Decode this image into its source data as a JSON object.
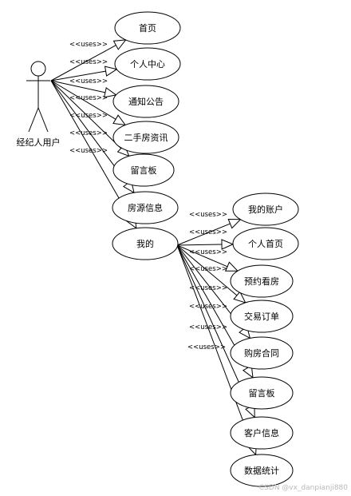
{
  "actor": {
    "label": "经纪人用户"
  },
  "relation_label": "<<uses>>",
  "primary_use_cases": [
    {
      "id": "home",
      "label": "首页"
    },
    {
      "id": "personal-center",
      "label": "个人中心"
    },
    {
      "id": "notice",
      "label": "通知公告"
    },
    {
      "id": "second-hand-news",
      "label": "二手房资讯"
    },
    {
      "id": "message-board",
      "label": "留言板"
    },
    {
      "id": "house-info",
      "label": "房源信息"
    },
    {
      "id": "mine",
      "label": "我的"
    }
  ],
  "mine_use_cases": [
    {
      "id": "my-account",
      "label": "我的账户"
    },
    {
      "id": "personal-homepage",
      "label": "个人首页"
    },
    {
      "id": "book-viewing",
      "label": "预约看房"
    },
    {
      "id": "trade-order",
      "label": "交易订单"
    },
    {
      "id": "purchase-contract",
      "label": "购房合同"
    },
    {
      "id": "mine-message-board",
      "label": "留言板"
    },
    {
      "id": "customer-info",
      "label": "客户信息"
    },
    {
      "id": "data-statistics",
      "label": "数据统计"
    }
  ],
  "watermark": "CSDN @vx_danpianji880"
}
